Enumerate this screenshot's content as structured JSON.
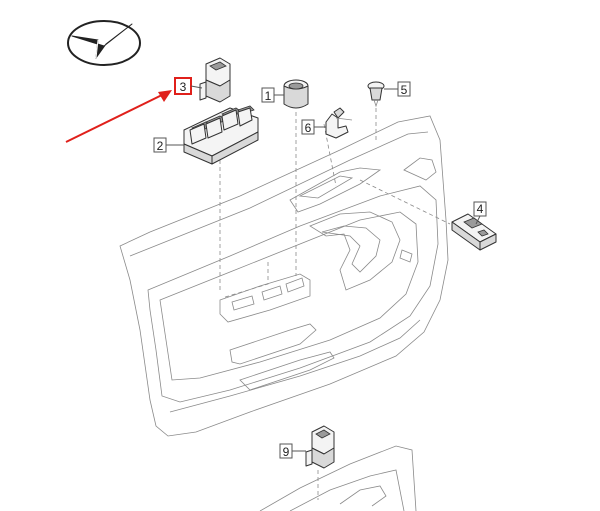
{
  "diagram": {
    "callouts": [
      {
        "id": "c1",
        "label": "1"
      },
      {
        "id": "c2",
        "label": "2"
      },
      {
        "id": "c3",
        "label": "3"
      },
      {
        "id": "c4",
        "label": "4"
      },
      {
        "id": "c5",
        "label": "5"
      },
      {
        "id": "c6",
        "label": "6"
      },
      {
        "id": "c9",
        "label": "9"
      }
    ],
    "colors": {
      "highlight": "#e0201b",
      "arrow": "#e0201b",
      "line": "#555555",
      "part_fill": "#f4f4f4"
    },
    "logo_icon": "check-arrow-logo-icon"
  }
}
